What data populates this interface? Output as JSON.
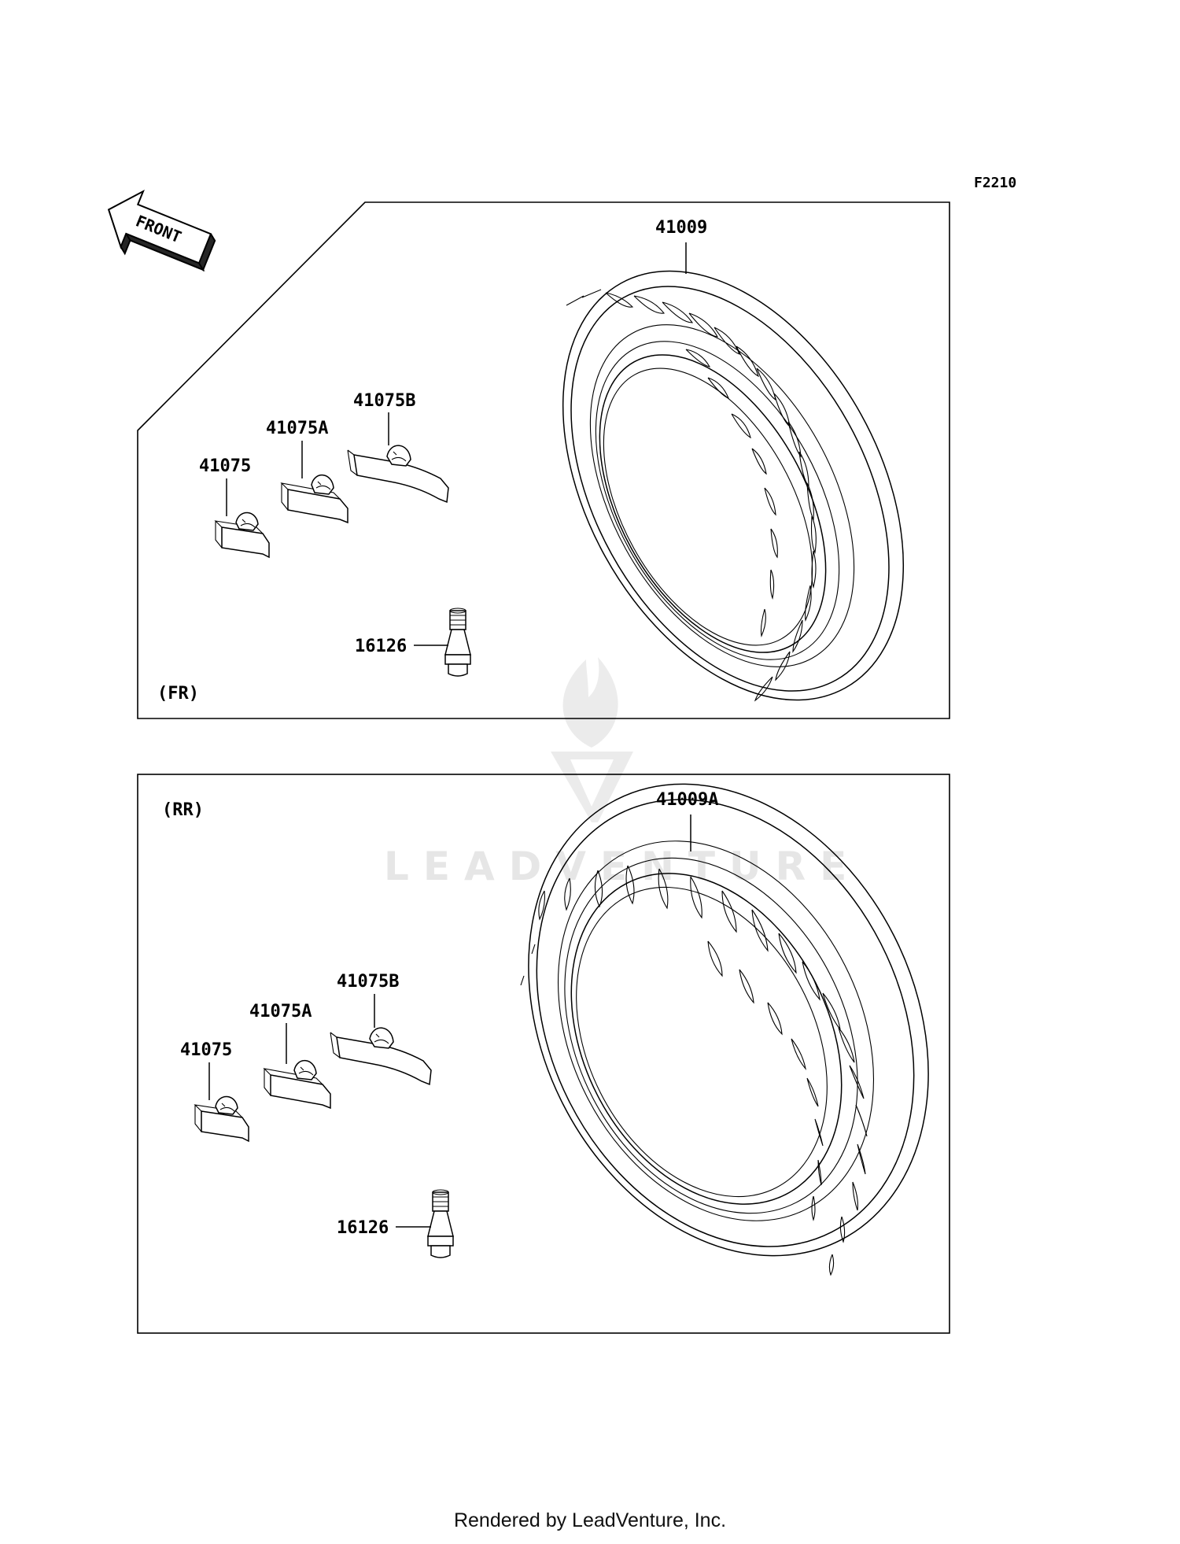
{
  "figure_code": "F2210",
  "front_arrow": {
    "text": "FRONT",
    "icon": "front-direction-arrow-icon"
  },
  "watermark": {
    "text": "LEADVENTURE",
    "icon": "leadventure-logo-icon",
    "color": "#e6e6e6"
  },
  "footer": "Rendered by LeadVenture, Inc.",
  "panels": {
    "front": {
      "tag": "(FR)",
      "tire_part": "41009",
      "weight_small": "41075",
      "weight_medium": "41075A",
      "weight_large": "41075B",
      "valve": "16126"
    },
    "rear": {
      "tag": "(RR)",
      "tire_part": "41009A",
      "weight_small": "41075",
      "weight_medium": "41075A",
      "weight_large": "41075B",
      "valve": "16126"
    }
  }
}
